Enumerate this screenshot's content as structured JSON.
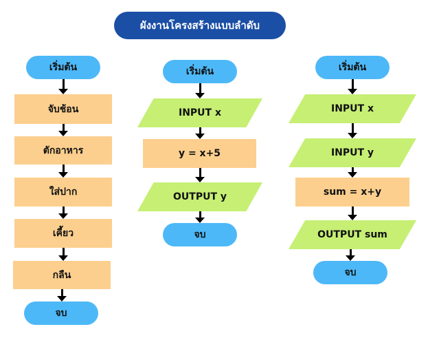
{
  "title": "ผังงานโครงสร้างแบบลำดับ",
  "col1": {
    "start": "เริ่มต้น",
    "steps": [
      "จับช้อน",
      "ตักอาหาร",
      "ใส่ปาก",
      "เคี้ยว",
      "กลืน"
    ],
    "end": "จบ"
  },
  "col2": {
    "start": "เริ่มต้น",
    "input": "INPUT x",
    "process": "y = x+5",
    "output": "OUTPUT y",
    "end": "จบ"
  },
  "col3": {
    "start": "เริ่มต้น",
    "input1": "INPUT x",
    "input2": "INPUT y",
    "process": "sum = x+y",
    "output": "OUTPUT sum",
    "end": "จบ"
  },
  "colors": {
    "title_bg": "#1b4fa6",
    "terminal": "#4db8f7",
    "process": "#fccf8e",
    "io": "#c6ef74",
    "arrow": "#000000"
  }
}
